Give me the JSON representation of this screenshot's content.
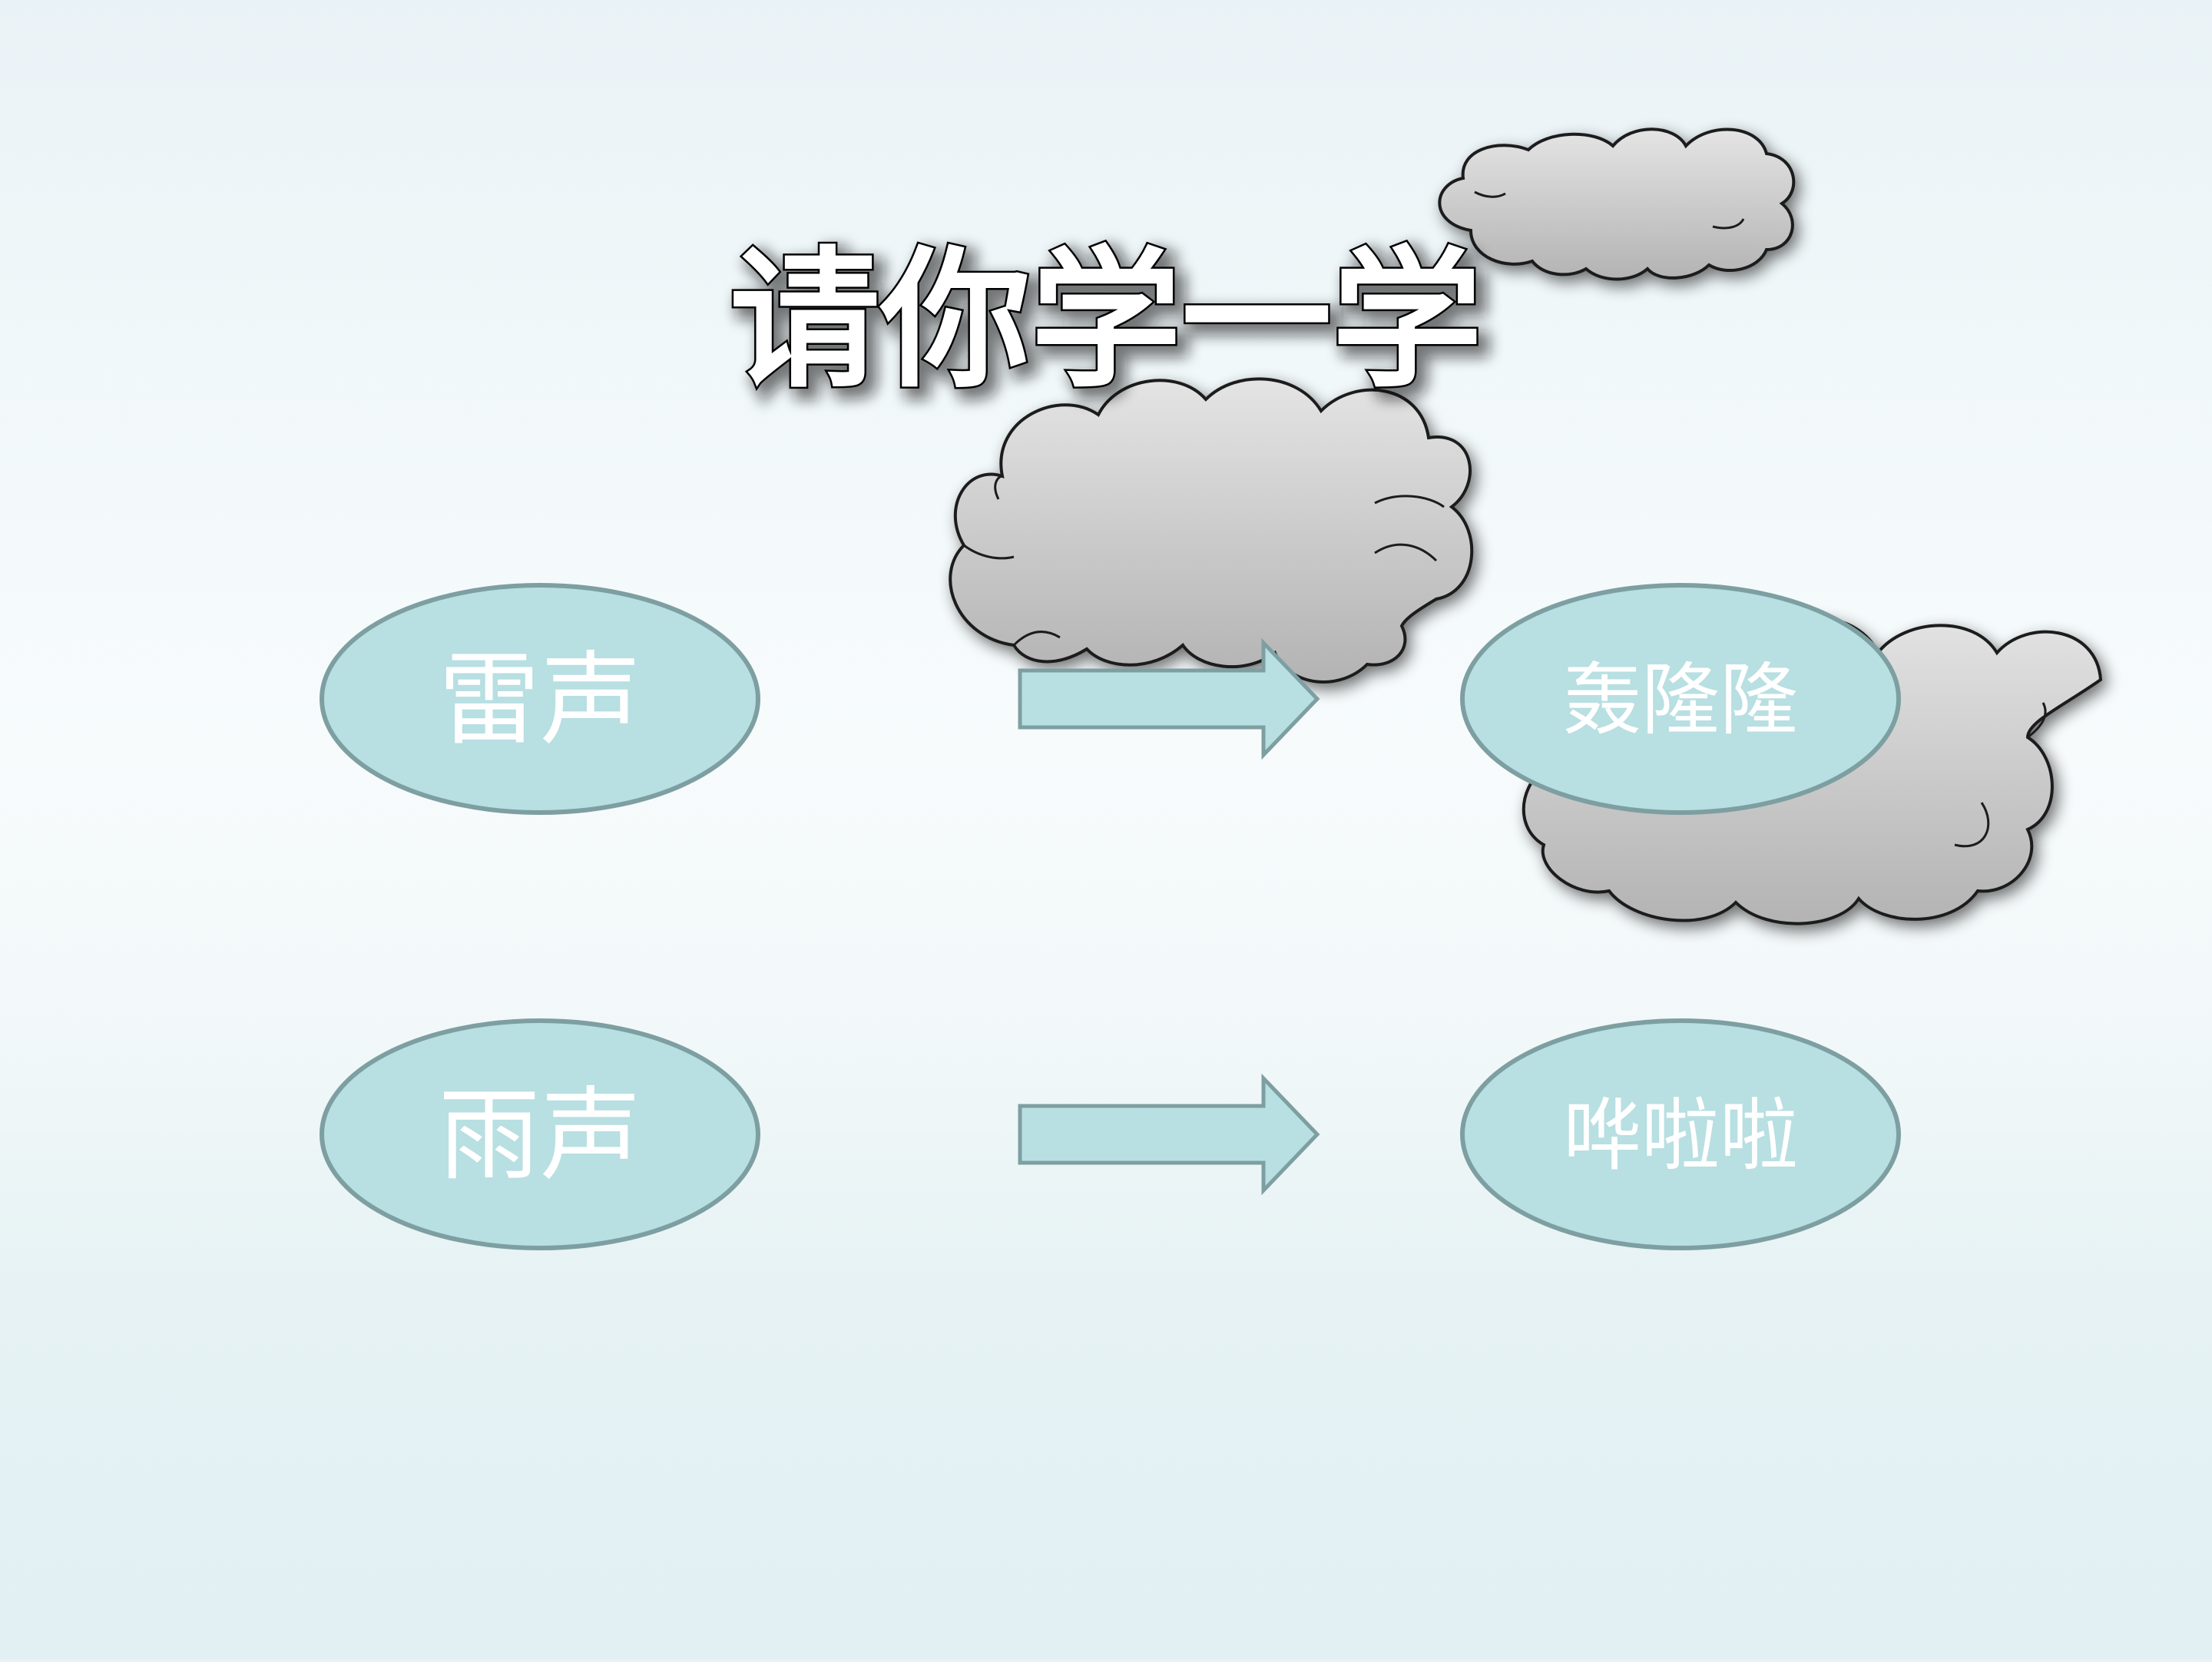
{
  "slide": {
    "title": "请你学一学"
  },
  "rows": [
    {
      "source": "雷声",
      "target": "轰隆隆"
    },
    {
      "source": "雨声",
      "target": "哗啦啦"
    }
  ],
  "colors": {
    "node_fill": "#b8dfe2",
    "node_stroke": "#7e9fa1",
    "cloud_fill_top": "#e4e4e4",
    "cloud_fill_bottom": "#b3b3b3",
    "title_fill": "#ffffff",
    "title_outline": "#000000"
  }
}
